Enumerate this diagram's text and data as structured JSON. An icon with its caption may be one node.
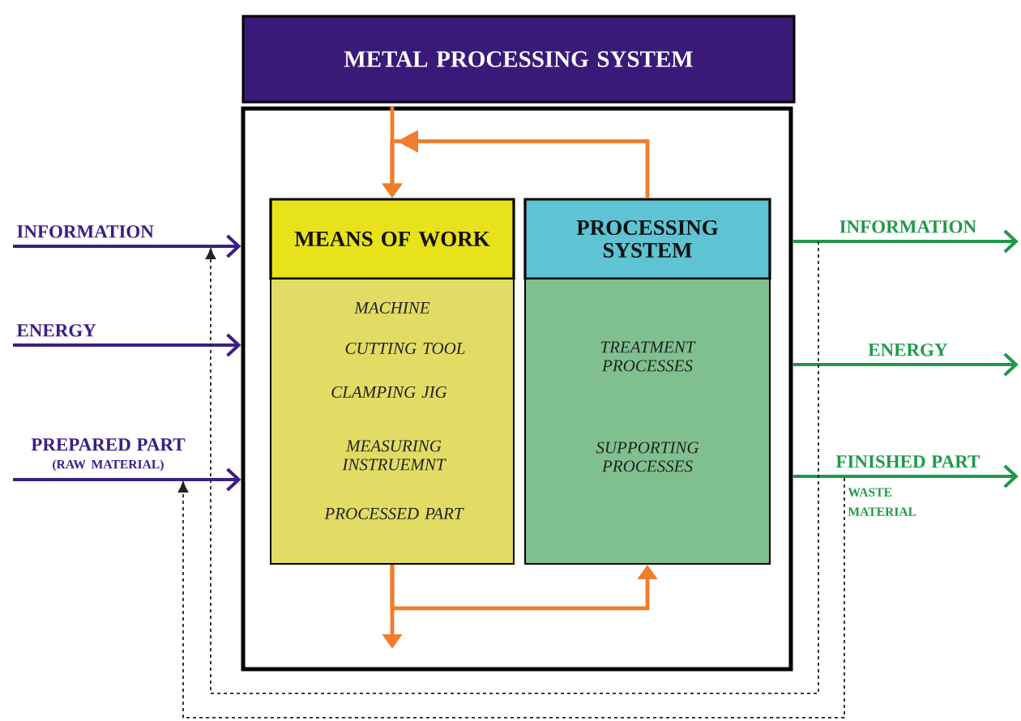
{
  "diagram": {
    "nodes": [
      {
        "text": [
          "METAL PROCESSING SYSTEM"
        ]
      },
      {
        "text": [],
        "shape": "box"
      },
      {
        "text": [
          "MEANS OF WORK"
        ],
        "in": 1
      },
      {
        "text": [
          "MACHINE",
          "CUTTING TOOL",
          "CLAMPING JIG",
          "MEASURING INSTRUEMNT",
          "PROCESSED PART"
        ],
        "in": 1
      },
      {
        "text": [
          "PROCESSING SYSTEM"
        ],
        "in": 1
      },
      {
        "text": [
          "TREATMENT PROCESSES",
          "SUPPORTING PROCESSES"
        ],
        "in": 1
      },
      {
        "text": [
          "INFORMATION"
        ]
      },
      {
        "text": [
          "ENERGY"
        ]
      },
      {
        "text": [
          "PREPARED PART",
          "(RAW MATERIAL)"
        ]
      },
      {
        "text": [
          "INFORMATION"
        ]
      },
      {
        "text": [
          "ENERGY"
        ]
      },
      {
        "text": [
          "FINISHED PART"
        ]
      },
      {
        "text": [
          "WASTE MATERIAL"
        ]
      }
    ],
    "edges": [
      {
        "from": 6,
        "to": 1,
        "arrow": "to",
        "color": "#3a1f86"
      },
      {
        "from": 7,
        "to": 1,
        "arrow": "to",
        "color": "#3a1f86"
      },
      {
        "from": 8,
        "to": 1,
        "arrow": "to",
        "color": "#3a1f86"
      },
      {
        "from": 1,
        "to": 9,
        "arrow": "to",
        "color": "#1e9a4a"
      },
      {
        "from": 1,
        "to": 10,
        "arrow": "to",
        "color": "#1e9a4a"
      },
      {
        "from": 1,
        "to": 11,
        "arrow": "to",
        "color": "#1e9a4a"
      },
      {
        "from": 9,
        "to": 6,
        "arrow": "to",
        "style": "dashed",
        "color": "#222222"
      },
      {
        "from": 12,
        "to": 8,
        "arrow": "to",
        "style": "dashed",
        "color": "#222222"
      },
      {
        "from": 1,
        "to": 2,
        "arrow": "to",
        "color": "#f07d2a"
      },
      {
        "from": 4,
        "to": 2,
        "arrow": "to",
        "color": "#f07d2a"
      },
      {
        "from": 3,
        "to": 5,
        "arrow": "to",
        "color": "#f07d2a"
      },
      {
        "from": 3,
        "to": null,
        "arrow": "to",
        "color": "#f07d2a"
      }
    ]
  }
}
